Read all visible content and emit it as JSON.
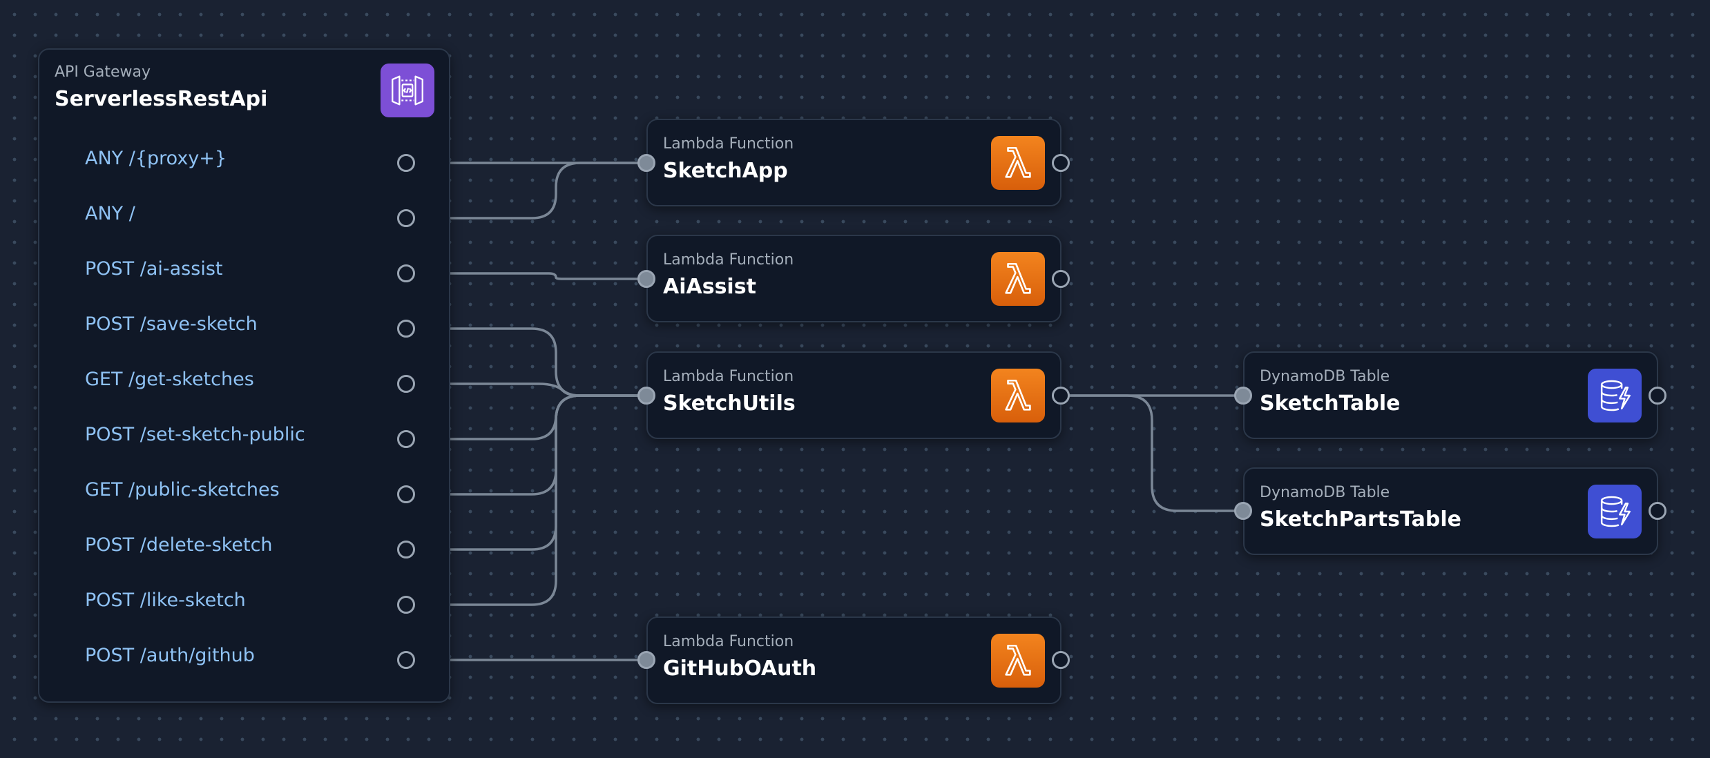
{
  "api": {
    "type": "API Gateway",
    "name": "ServerlessRestApi",
    "routes": [
      "ANY /{proxy+}",
      "ANY /",
      "POST /ai-assist",
      "POST /save-sketch",
      "GET /get-sketches",
      "POST /set-sketch-public",
      "GET /public-sketches",
      "POST /delete-sketch",
      "POST /like-sketch",
      "POST /auth/github"
    ]
  },
  "functions": [
    {
      "type": "Lambda Function",
      "name": "SketchApp"
    },
    {
      "type": "Lambda Function",
      "name": "AiAssist"
    },
    {
      "type": "Lambda Function",
      "name": "SketchUtils"
    },
    {
      "type": "Lambda Function",
      "name": "GitHubOAuth"
    }
  ],
  "tables": [
    {
      "type": "DynamoDB Table",
      "name": "SketchTable"
    },
    {
      "type": "DynamoDB Table",
      "name": "SketchPartsTable"
    }
  ],
  "icons": {
    "api_gateway": "api-gateway-icon",
    "lambda": "lambda-icon",
    "dynamodb": "dynamodb-icon"
  },
  "colors": {
    "background": "#1a2232",
    "card": "#101827",
    "route_text": "#8fc2f4",
    "lambda_orange": "#e8700f",
    "api_gateway_purple": "#7d4fd6",
    "dynamodb_blue": "#3f4fd3",
    "connector": "#7b8796"
  },
  "connections": [
    {
      "from": "ANY /{proxy+}",
      "to": "SketchApp"
    },
    {
      "from": "ANY /",
      "to": "SketchApp"
    },
    {
      "from": "POST /ai-assist",
      "to": "AiAssist"
    },
    {
      "from": "POST /save-sketch",
      "to": "SketchUtils"
    },
    {
      "from": "GET /get-sketches",
      "to": "SketchUtils"
    },
    {
      "from": "POST /set-sketch-public",
      "to": "SketchUtils"
    },
    {
      "from": "GET /public-sketches",
      "to": "SketchUtils"
    },
    {
      "from": "POST /delete-sketch",
      "to": "SketchUtils"
    },
    {
      "from": "POST /like-sketch",
      "to": "SketchUtils"
    },
    {
      "from": "POST /auth/github",
      "to": "GitHubOAuth"
    },
    {
      "from": "SketchUtils",
      "to": "SketchTable"
    },
    {
      "from": "SketchUtils",
      "to": "SketchPartsTable"
    }
  ]
}
